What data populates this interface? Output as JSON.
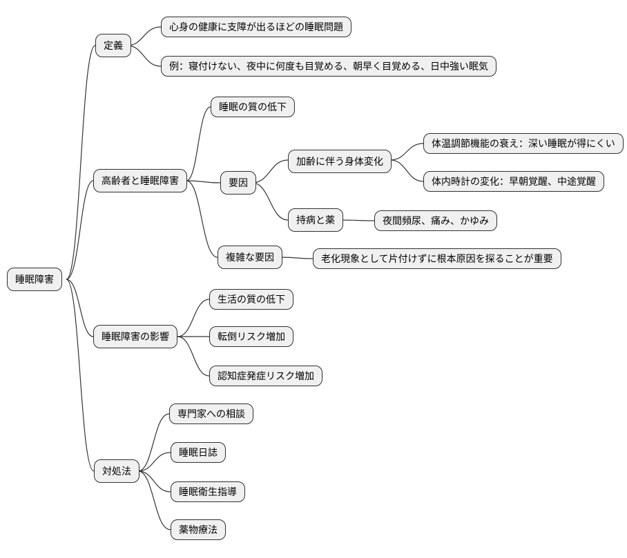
{
  "mindmap": {
    "root": {
      "label": "睡眠障害"
    },
    "branches": [
      {
        "label": "定義",
        "children": [
          {
            "label": "心身の健康に支障が出るほどの睡眠問題"
          },
          {
            "label": "例：寝付けない、夜中に何度も目覚める、朝早く目覚める、日中強い眠気"
          }
        ]
      },
      {
        "label": "高齢者と睡眠障害",
        "children": [
          {
            "label": "睡眠の質の低下"
          },
          {
            "label": "要因",
            "children": [
              {
                "label": "加齢に伴う身体変化",
                "children": [
                  {
                    "label": "体温調節機能の衰え：深い睡眠が得にくい"
                  },
                  {
                    "label": "体内時計の変化：早朝覚醒、中途覚醒"
                  }
                ]
              },
              {
                "label": "持病と薬",
                "children": [
                  {
                    "label": "夜間頻尿、痛み、かゆみ"
                  }
                ]
              }
            ]
          },
          {
            "label": "複雑な要因",
            "children": [
              {
                "label": "老化現象として片付けずに根本原因を探ることが重要"
              }
            ]
          }
        ]
      },
      {
        "label": "睡眠障害の影響",
        "children": [
          {
            "label": "生活の質の低下"
          },
          {
            "label": "転倒リスク増加"
          },
          {
            "label": "認知症発症リスク増加"
          }
        ]
      },
      {
        "label": "対処法",
        "children": [
          {
            "label": "専門家への相談"
          },
          {
            "label": "睡眠日誌"
          },
          {
            "label": "睡眠衛生指導"
          },
          {
            "label": "薬物療法"
          }
        ]
      }
    ],
    "colors": {
      "node_fill": "#f0f0f0",
      "node_border": "#2f2f2f",
      "edge": "#333333",
      "text": "#000000",
      "background": "#ffffff"
    }
  }
}
